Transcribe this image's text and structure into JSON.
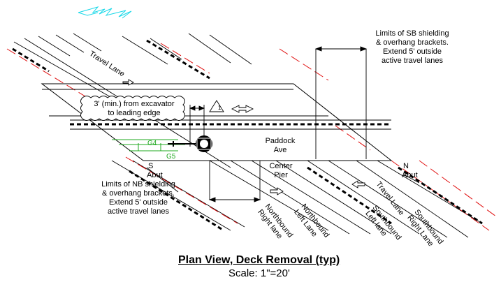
{
  "labels": {
    "travel_lane_top": "Travel Lane",
    "sb_limits": [
      "Limits of SB shielding",
      "& overhang brackets.",
      "Extend 5' outside",
      "active travel lanes"
    ],
    "excavator_note": [
      "3' (min.) from excavator",
      "to leading edge"
    ],
    "paddock": [
      "Paddock",
      "Ave"
    ],
    "center_pier": [
      "Center",
      "Pier"
    ],
    "s_abut": [
      "S",
      "Abut"
    ],
    "n_abut": [
      "N",
      "Abut"
    ],
    "nb_limits": [
      "Limits of NB shielding",
      "& overhang brackets.",
      "Extend 5' outside",
      "active travel lanes"
    ],
    "girder_g4": "G4",
    "girder_g5": "G5",
    "lane_northbound_right": [
      "Northbound",
      "Right lane"
    ],
    "lane_northbound_left": [
      "Northbound",
      "Left Lane"
    ],
    "lane_southbound_left": [
      "Southbound",
      "Left lane"
    ],
    "lane_southbound_right": [
      "Southbound",
      "Right Lane"
    ],
    "travel_lane_bottom": "Travel Lane",
    "stage_marker": "1"
  },
  "title": "Plan View, Deck Removal (typ)",
  "scale": "Scale: 1\"=20'",
  "colors": {
    "line": "#000000",
    "edge": "#e01010",
    "girder": "#1fa81f",
    "north_arrow": "#19d8e8"
  }
}
